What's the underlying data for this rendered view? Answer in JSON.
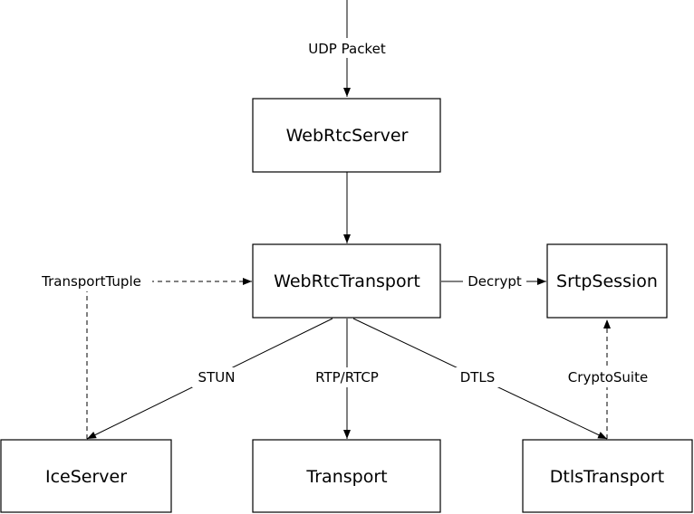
{
  "nodes": {
    "webrtc_server": "WebRtcServer",
    "webrtc_transport": "WebRtcTransport",
    "srtp_session": "SrtpSession",
    "ice_server": "IceServer",
    "transport": "Transport",
    "dtls_transport": "DtlsTransport"
  },
  "edges": {
    "udp_packet": "UDP Packet",
    "transport_tuple": "TransportTuple",
    "decrypt": "Decrypt",
    "stun": "STUN",
    "rtp_rtcp": "RTP/RTCP",
    "dtls": "DTLS",
    "crypto_suite": "CryptoSuite"
  }
}
